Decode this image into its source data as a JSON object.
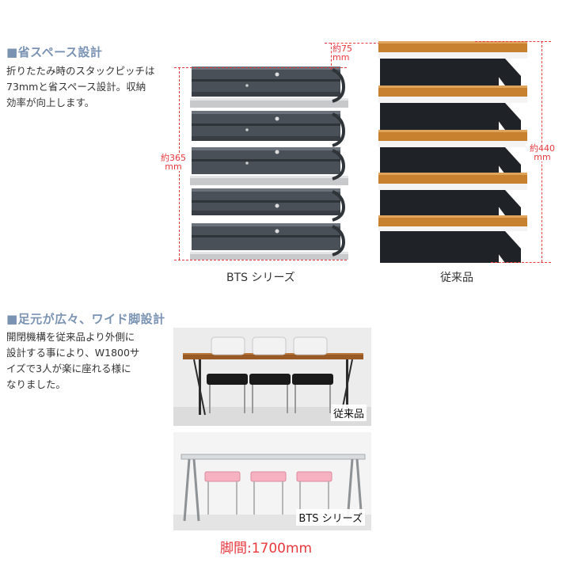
{
  "section1": {
    "heading": "■省スペース設計",
    "description_lines": [
      "折りたたみ時のスタックピッチは",
      "73mmと省スペース設計。収納",
      "効率が向上します。"
    ],
    "dim_pitch": [
      "約75",
      "mm"
    ],
    "dim_bts_height": [
      "約365",
      "mm"
    ],
    "dim_conventional_height": [
      "約440",
      "mm"
    ],
    "caption_bts": "BTS シリーズ",
    "caption_conventional": "従来品"
  },
  "section2": {
    "heading": "■足元が広々、ワイド脚設計",
    "description_lines": [
      "開閉機構を従来品より外側に",
      "設計する事により、W1800サ",
      "イズで3人が楽に座れる様に",
      "なりました。"
    ],
    "photo1_label": "従来品",
    "photo2_label": "BTS シリーズ",
    "leg_span": "脚間:1700mm"
  },
  "colors": {
    "heading": "#7a93b3",
    "dimension": "#e8383d",
    "wood": "#c8812e",
    "steel": "#3d4249",
    "pink_seat": "#f0a4b4"
  }
}
